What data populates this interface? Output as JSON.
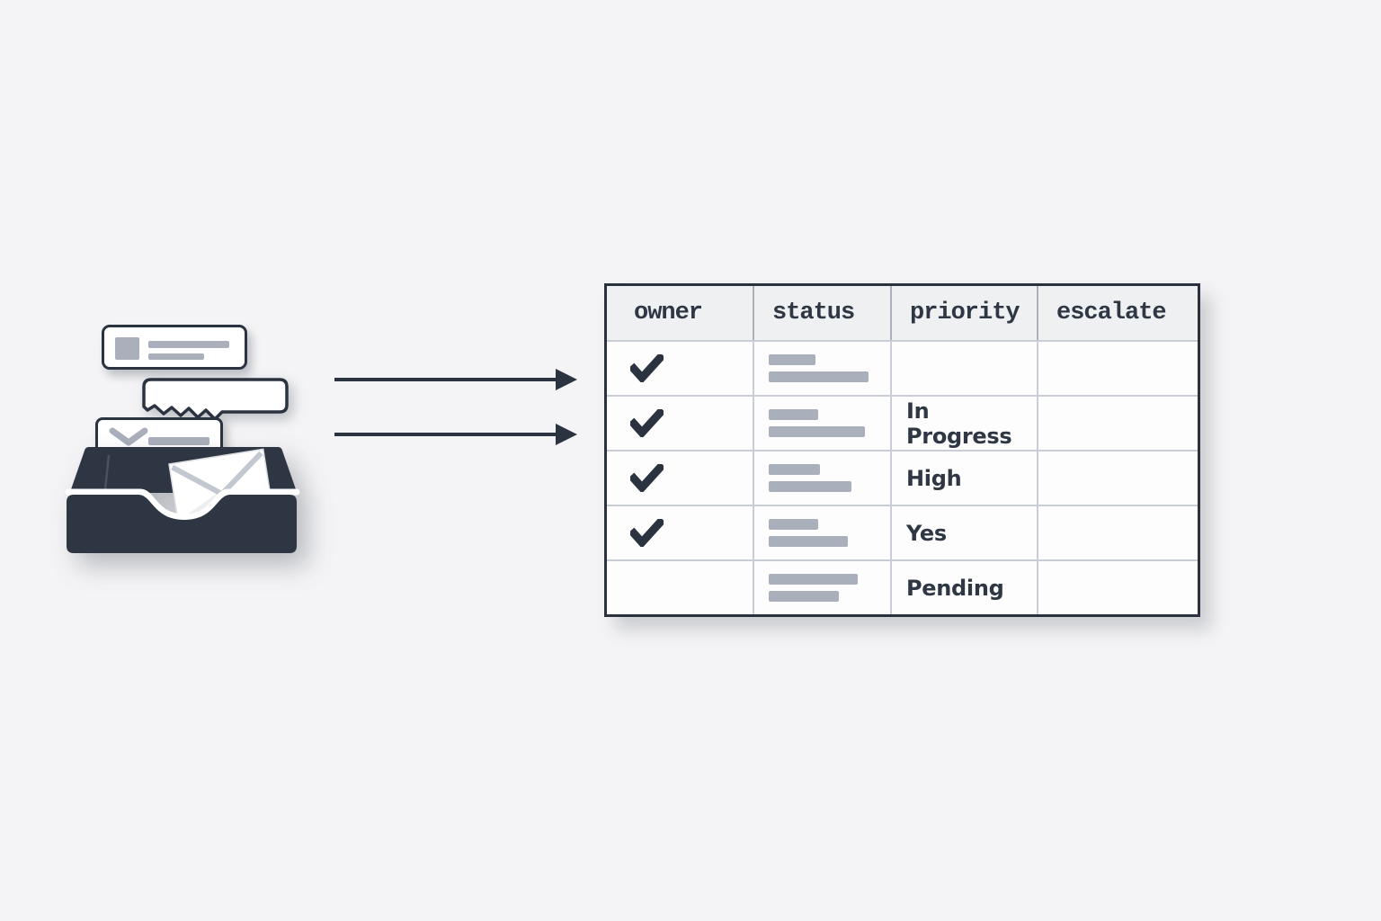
{
  "colors": {
    "page_background": "#f4f4f6",
    "ink": "#2b3240",
    "placeholder_bar": "#a9afbb",
    "table_header_bg": "#eef0f2",
    "table_body_bg": "#fdfdfe",
    "grid_line": "#c9cdd5",
    "card_bg": "#ffffff"
  },
  "illustration": {
    "inbox_icon": "inbox-tray-with-envelope",
    "cards": [
      {
        "name": "message-card-avatar",
        "parts": [
          "avatar-square",
          "text-line-long",
          "text-line-short"
        ]
      },
      {
        "name": "torn-message-card",
        "parts": [
          "torn-edge"
        ]
      },
      {
        "name": "message-card-chevron",
        "parts": [
          "chevron-down",
          "text-line"
        ]
      }
    ]
  },
  "arrows": {
    "count": 2,
    "direction": "right"
  },
  "table": {
    "columns": [
      "owner",
      "status",
      "priority",
      "escalate"
    ],
    "rows": [
      {
        "owner_checked": true,
        "status_bars": [
          52,
          111
        ],
        "priority": "",
        "escalate": ""
      },
      {
        "owner_checked": true,
        "status_bars": [
          55,
          107
        ],
        "priority": "In Progress",
        "escalate": ""
      },
      {
        "owner_checked": true,
        "status_bars": [
          57,
          92
        ],
        "priority": "High",
        "escalate": ""
      },
      {
        "owner_checked": true,
        "status_bars": [
          55,
          88
        ],
        "priority": "Yes",
        "escalate": ""
      },
      {
        "owner_checked": false,
        "status_bars": [
          99,
          78
        ],
        "priority": "Pending",
        "escalate": ""
      }
    ]
  }
}
